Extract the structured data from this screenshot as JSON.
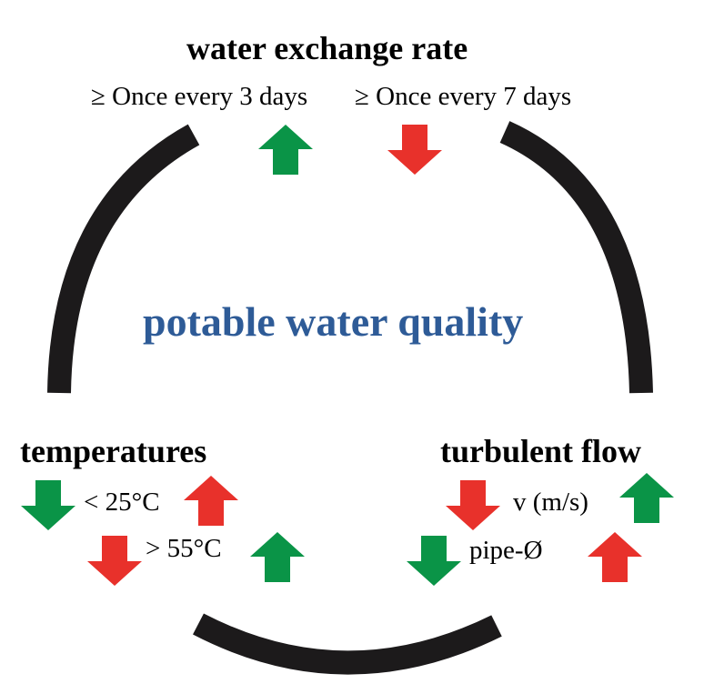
{
  "colors": {
    "green": "#0a9447",
    "red": "#e8312b",
    "blue_title": "#2e5b97",
    "arc": "#1c1a1b",
    "text": "#000000"
  },
  "center_title": "potable water quality",
  "water_exchange": {
    "title": "water exchange rate",
    "option_left": "≥ Once every 3 days",
    "option_right": "≥ Once every 7 days",
    "left_arrow": {
      "direction": "up",
      "color": "green"
    },
    "right_arrow": {
      "direction": "down",
      "color": "red"
    }
  },
  "temperatures": {
    "title": "temperatures",
    "rows": [
      {
        "label": "< 25°C",
        "left_arrow": {
          "direction": "down",
          "color": "green"
        },
        "right_arrow": {
          "direction": "up",
          "color": "red"
        }
      },
      {
        "label": "> 55°C",
        "left_arrow": {
          "direction": "down",
          "color": "red"
        },
        "right_arrow": {
          "direction": "up",
          "color": "green"
        }
      }
    ]
  },
  "turbulent_flow": {
    "title": "turbulent flow",
    "rows": [
      {
        "label": "v (m/s)",
        "left_arrow": {
          "direction": "down",
          "color": "red"
        },
        "right_arrow": {
          "direction": "up",
          "color": "green"
        }
      },
      {
        "label": "pipe-Ø",
        "left_arrow": {
          "direction": "down",
          "color": "green"
        },
        "right_arrow": {
          "direction": "up",
          "color": "red"
        }
      }
    ]
  }
}
